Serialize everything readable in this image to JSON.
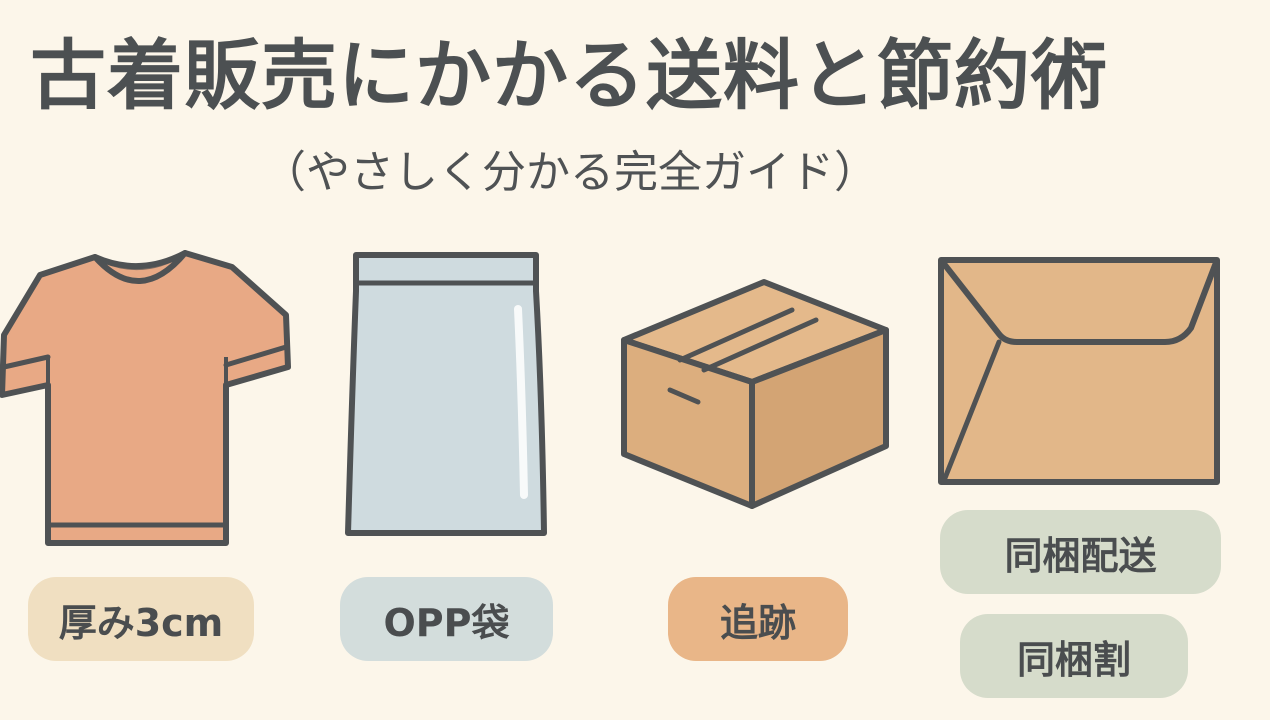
{
  "header": {
    "title": "古着販売にかかる送料と節約術",
    "subtitle": "（やさしく分かる完全ガイド）"
  },
  "items": [
    {
      "icon": "tshirt-icon",
      "label": "厚み3cm",
      "color": "#f0dfc1"
    },
    {
      "icon": "opp-bag-icon",
      "label": "OPP袋",
      "color": "#d3dddc"
    },
    {
      "icon": "cardboard-box-icon",
      "label": "追跡",
      "color": "#e9b688"
    },
    {
      "icon": "envelope-icon",
      "labels": [
        "同梱配送",
        "同梱割"
      ],
      "color": "#d6dccb"
    }
  ],
  "colors": {
    "background": "#fcf6ea",
    "outline": "#4f5254",
    "tshirt": "#e8a985",
    "bag": "#cfdbdf",
    "box": "#dcae7e",
    "envelope": "#e2b789"
  }
}
